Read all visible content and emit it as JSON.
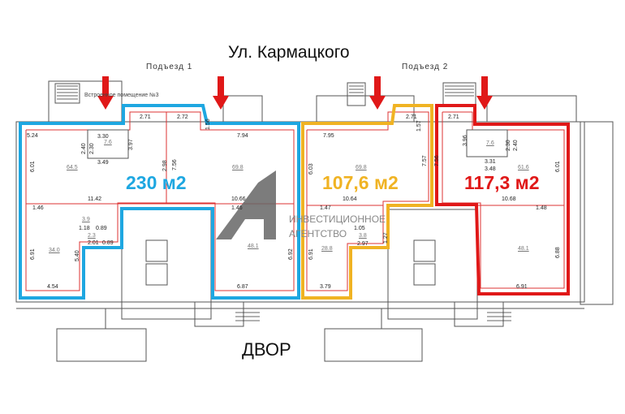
{
  "street": "Ул. Кармацкого",
  "entrance_1": "Подъезд 1",
  "entrance_2": "Подъезд 2",
  "yard": "ДВОР",
  "note": "Встроенное помещение №3",
  "sections": [
    {
      "label": "230 м2",
      "color": "#1ea7e1"
    },
    {
      "label": "107,6 м2",
      "color": "#f0b323"
    },
    {
      "label": "117,3 м2",
      "color": "#e01818"
    }
  ],
  "watermark": {
    "line1": "ИНВЕСТИЦИОННОЕ",
    "line2": "АГЕНТСТВО"
  },
  "room_areas": [
    "64.5",
    "7.6",
    "69.8",
    "34.0",
    "3.9",
    "2.3",
    "48.1",
    "69.8",
    "28.8",
    "3.8",
    "7.6",
    "61.6",
    "48.1"
  ],
  "dimensions": [
    "5.24",
    "3.30",
    "2.71",
    "2.72",
    "7.94",
    "3.49",
    "11.42",
    "10.66",
    "1.46",
    "1.46",
    "4.54",
    "6.87",
    "7.95",
    "2.71",
    "10.64",
    "1.47",
    "3.79",
    "2.97",
    "2.71",
    "3.31",
    "3.48",
    "10.68",
    "1.48",
    "6.91",
    "1.18",
    "0.89",
    "2.01",
    "0.89",
    "1.05"
  ],
  "dimensions_vertical": [
    "6.01",
    "2.40",
    "2.30",
    "3.97",
    "7.56",
    "2.98",
    "1.56",
    "6.91",
    "5.40",
    "6.92",
    "6.03",
    "7.57",
    "1.57",
    "6.91",
    "1.27",
    "7.56",
    "3.96",
    "2.30",
    "2.40",
    "6.01",
    "6.88"
  ]
}
